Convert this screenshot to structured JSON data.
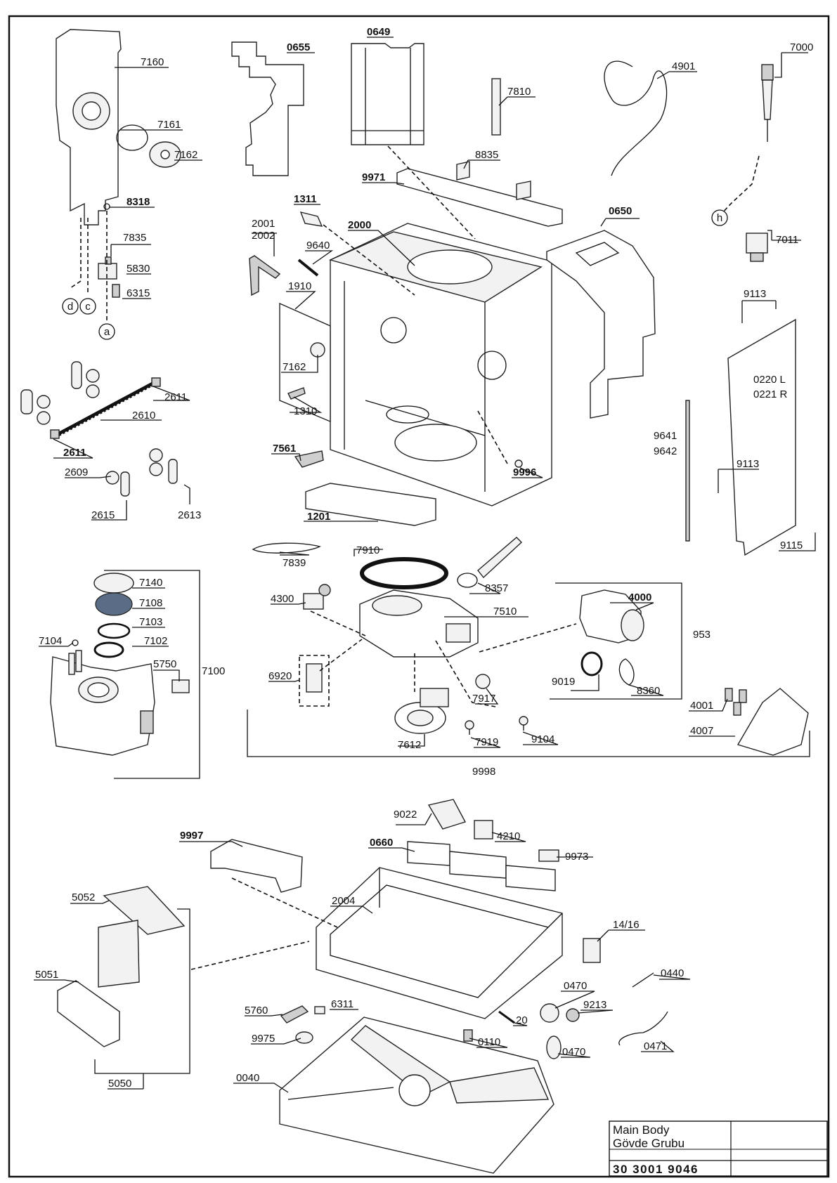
{
  "labels": {
    "l0649": "0649",
    "l0655": "0655",
    "l7810": "7810",
    "l4901": "4901",
    "l7000": "7000",
    "l7160": "7160",
    "l7161": "7161",
    "l7162a": "7162",
    "l8318": "8318",
    "l7835": "7835",
    "l5830": "5830",
    "l6315": "6315",
    "l8835": "8835",
    "l9971": "9971",
    "l1311": "1311",
    "l2001": "2001",
    "l2002": "2002",
    "l2000": "2000",
    "l9640": "9640",
    "l0650": "0650",
    "l7011": "7011",
    "l1910": "1910",
    "l9113a": "9113",
    "l0220": "0220 L",
    "l0221": "0221 R",
    "l7162b": "7162",
    "l1310": "1310",
    "l2611a": "2611",
    "l2610": "2610",
    "l2611b": "2611",
    "l2609": "2609",
    "l2615": "2615",
    "l2613": "2613",
    "l7561": "7561",
    "l9996": "9996",
    "l1201": "1201",
    "l9641": "9641",
    "l9642": "9642",
    "l9113b": "9113",
    "l9115": "9115",
    "l7910": "7910",
    "l7839": "7839",
    "l7140": "7140",
    "l7108": "7108",
    "l7103": "7103",
    "l7104": "7104",
    "l7102": "7102",
    "l5750": "5750",
    "l7100": "7100",
    "l4300": "4300",
    "l8357": "8357",
    "l7510": "7510",
    "l4000": "4000",
    "l953": "953",
    "l6920": "6920",
    "l9019": "9019",
    "l8360": "8360",
    "l7917": "7917",
    "l4001": "4001",
    "l4007": "4007",
    "l7612": "7612",
    "l7919": "7919",
    "l9104": "9104",
    "l9998": "9998",
    "l9022": "9022",
    "l4210": "4210",
    "l0660": "0660",
    "l9997": "9997",
    "l9973": "9973",
    "l5052": "5052",
    "l2004": "2004",
    "l1416": "14/16",
    "l5051": "5051",
    "l0440": "0440",
    "l0470a": "0470",
    "l9213": "9213",
    "l5760": "5760",
    "l6311": "6311",
    "l20": "20",
    "l9975": "9975",
    "l0110": "0110",
    "l0471": "0471",
    "l0470b": "0470",
    "l0040": "0040",
    "l5050": "5050"
  },
  "markers": {
    "d": "d",
    "c": "c",
    "a": "a",
    "h": "h"
  },
  "title_block": {
    "name_en": "Main Body",
    "name_tr": "Gövde Grubu",
    "drawing_number": "30 3001 9046"
  }
}
